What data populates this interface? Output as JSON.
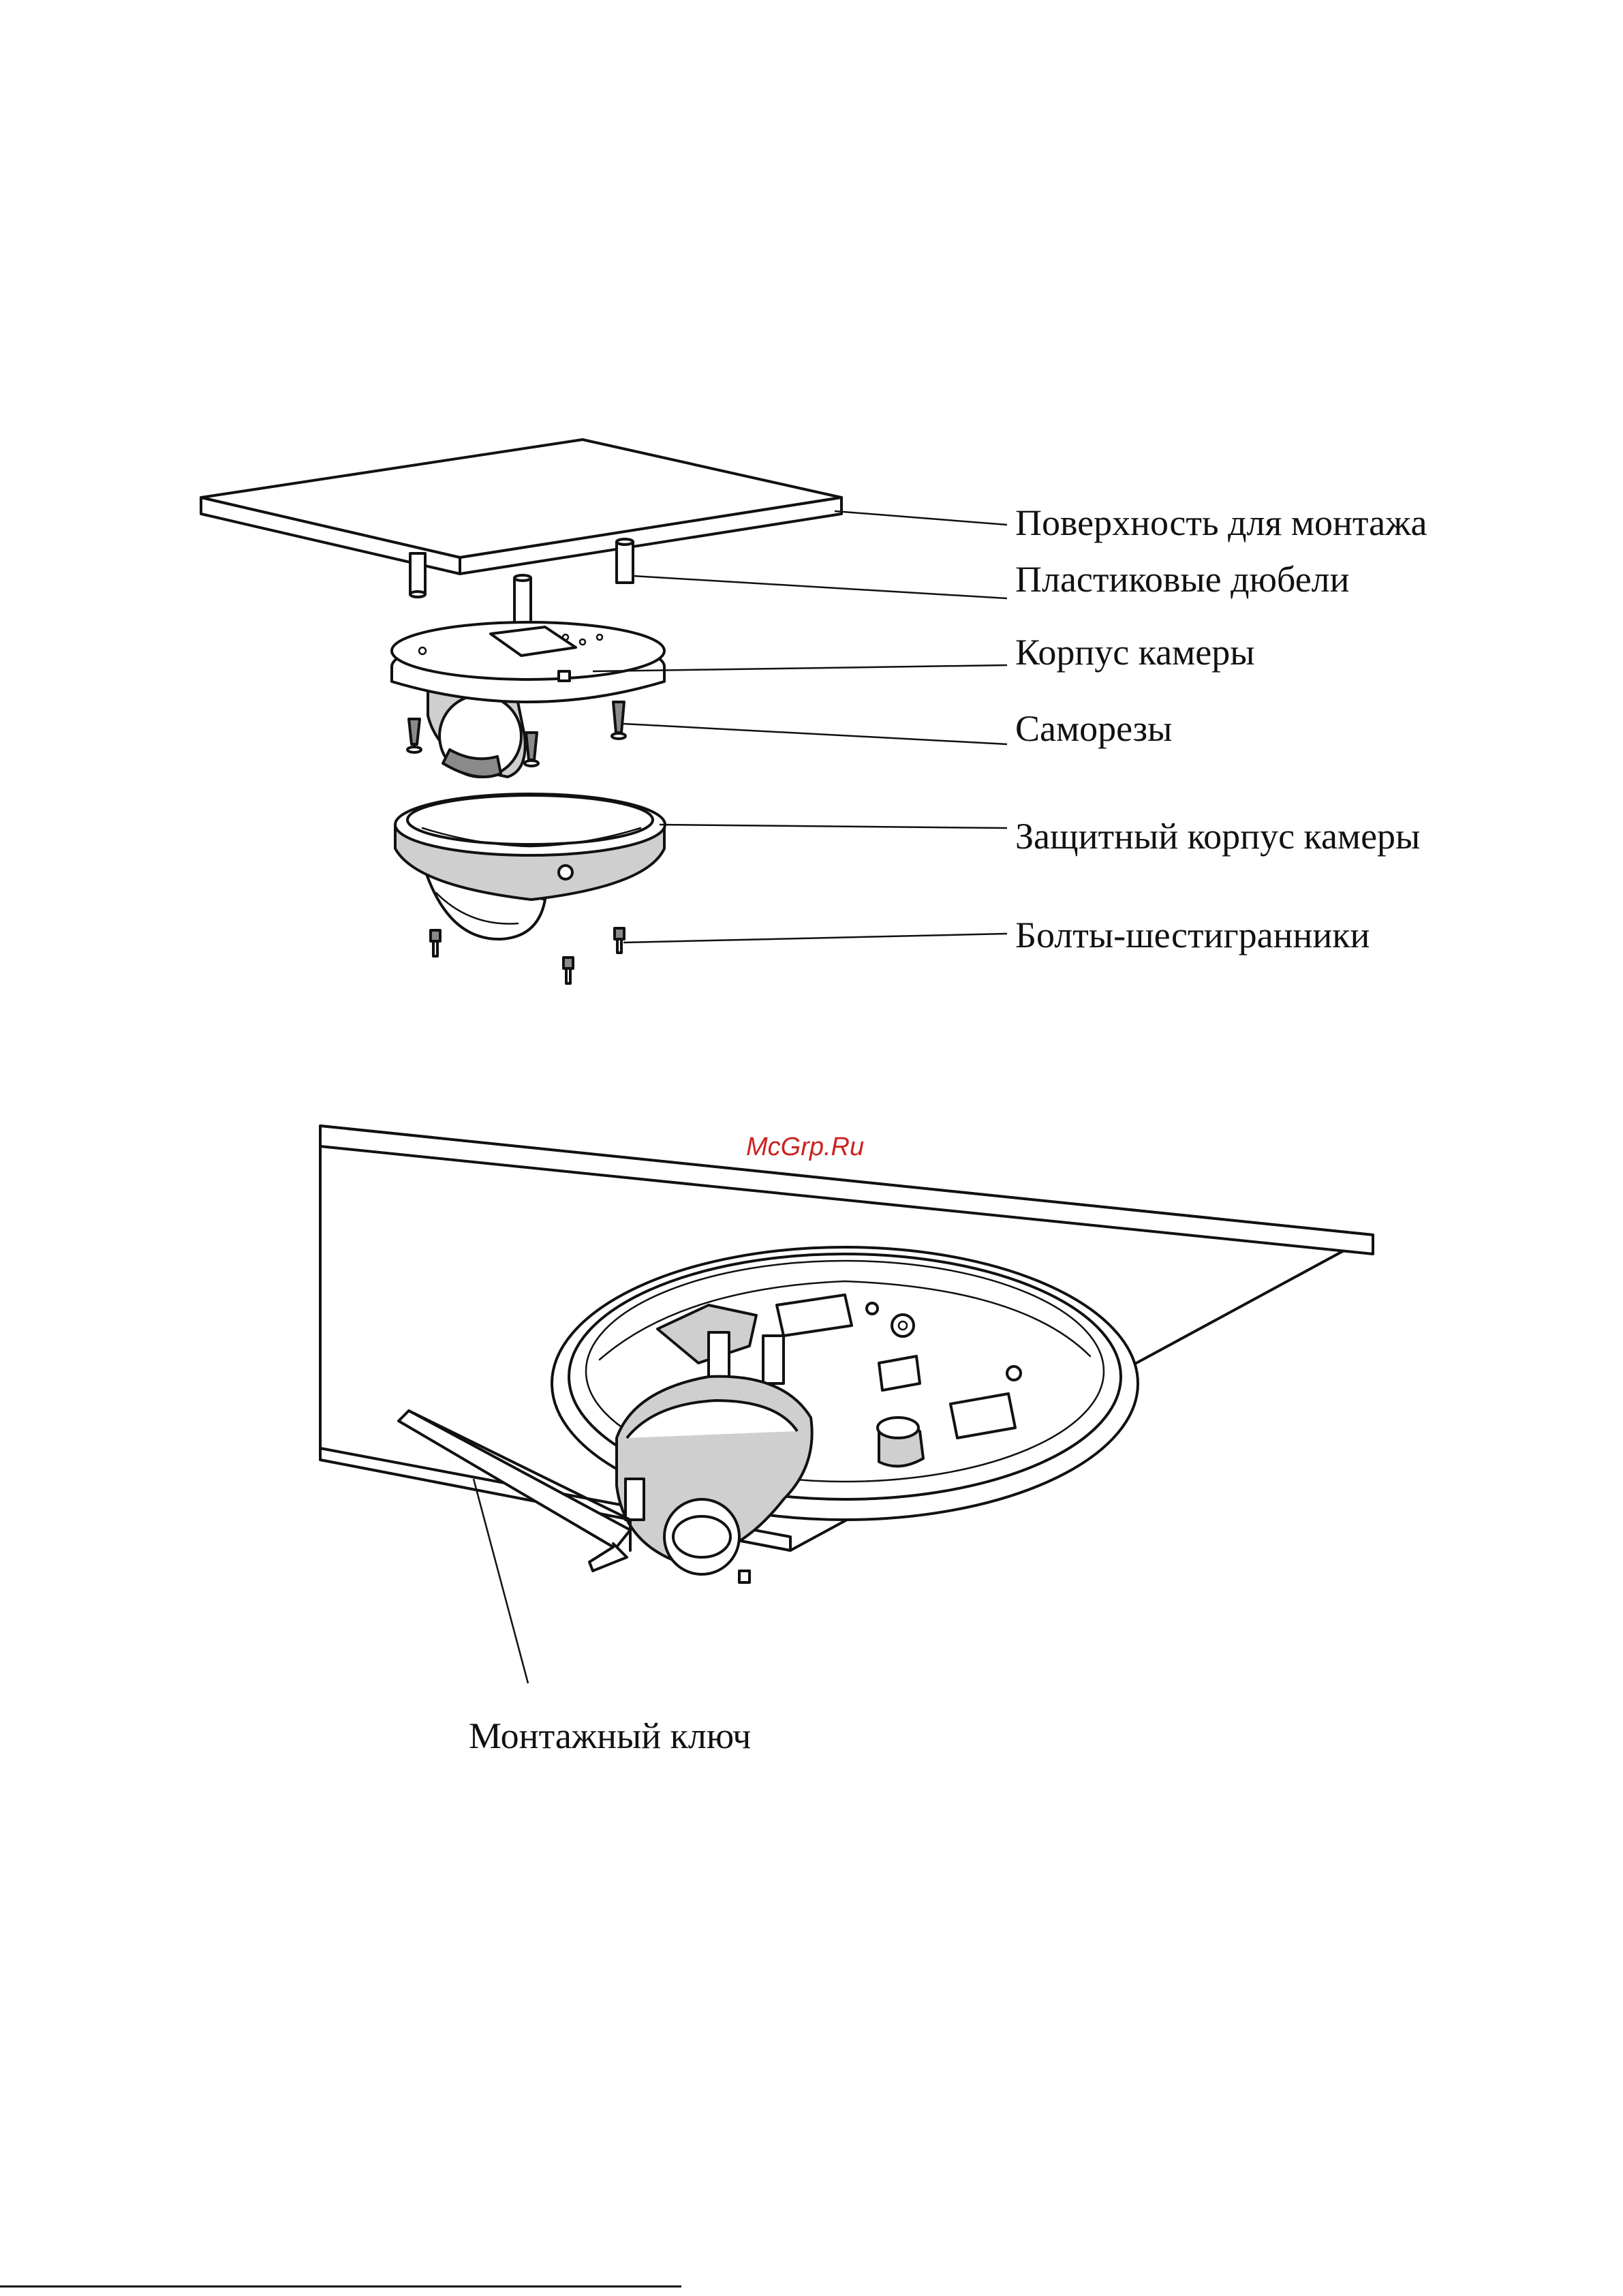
{
  "watermark": "McGrp.Ru",
  "colors": {
    "line": "#111111",
    "watermark": "#cc2222",
    "shade": "#cfcfcf"
  },
  "exploded_view": {
    "labels": [
      "Поверхность для монтажа",
      "Пластиковые дюбели",
      "Корпус камеры",
      "Саморезы",
      "Защитный корпус камеры",
      "Болты-шестигранники"
    ]
  },
  "installed_view": {
    "label": "Монтажный ключ"
  }
}
